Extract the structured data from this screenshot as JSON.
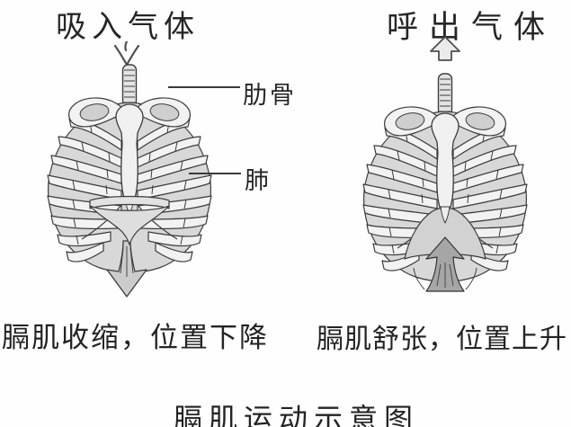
{
  "figure": {
    "title": "膈肌运动示意图",
    "inhale": {
      "gas_label": "吸入气体",
      "caption": "膈肌收缩，位置下降"
    },
    "exhale": {
      "gas_label": "呼出气体",
      "caption": "膈肌舒张，位置上升"
    },
    "annotations": {
      "rib": "肋骨",
      "lung": "肺"
    },
    "icons": {
      "inhale_arrow": "small-down-arrow",
      "exhale_arrow": "small-up-arrow",
      "diaphragm_down_arrow": "large-down-arrow",
      "diaphragm_up_arrow": "large-up-arrow"
    },
    "colors": {
      "paper": "#fefefe",
      "ink": "#262626",
      "outline": "#3c3c3c",
      "rib_fill": "#f2f2f2",
      "shade_gray": "#d8d8d8",
      "diaphragm_gray": "#d2d2d2",
      "arrow_dark": "#a6a6a6"
    }
  }
}
